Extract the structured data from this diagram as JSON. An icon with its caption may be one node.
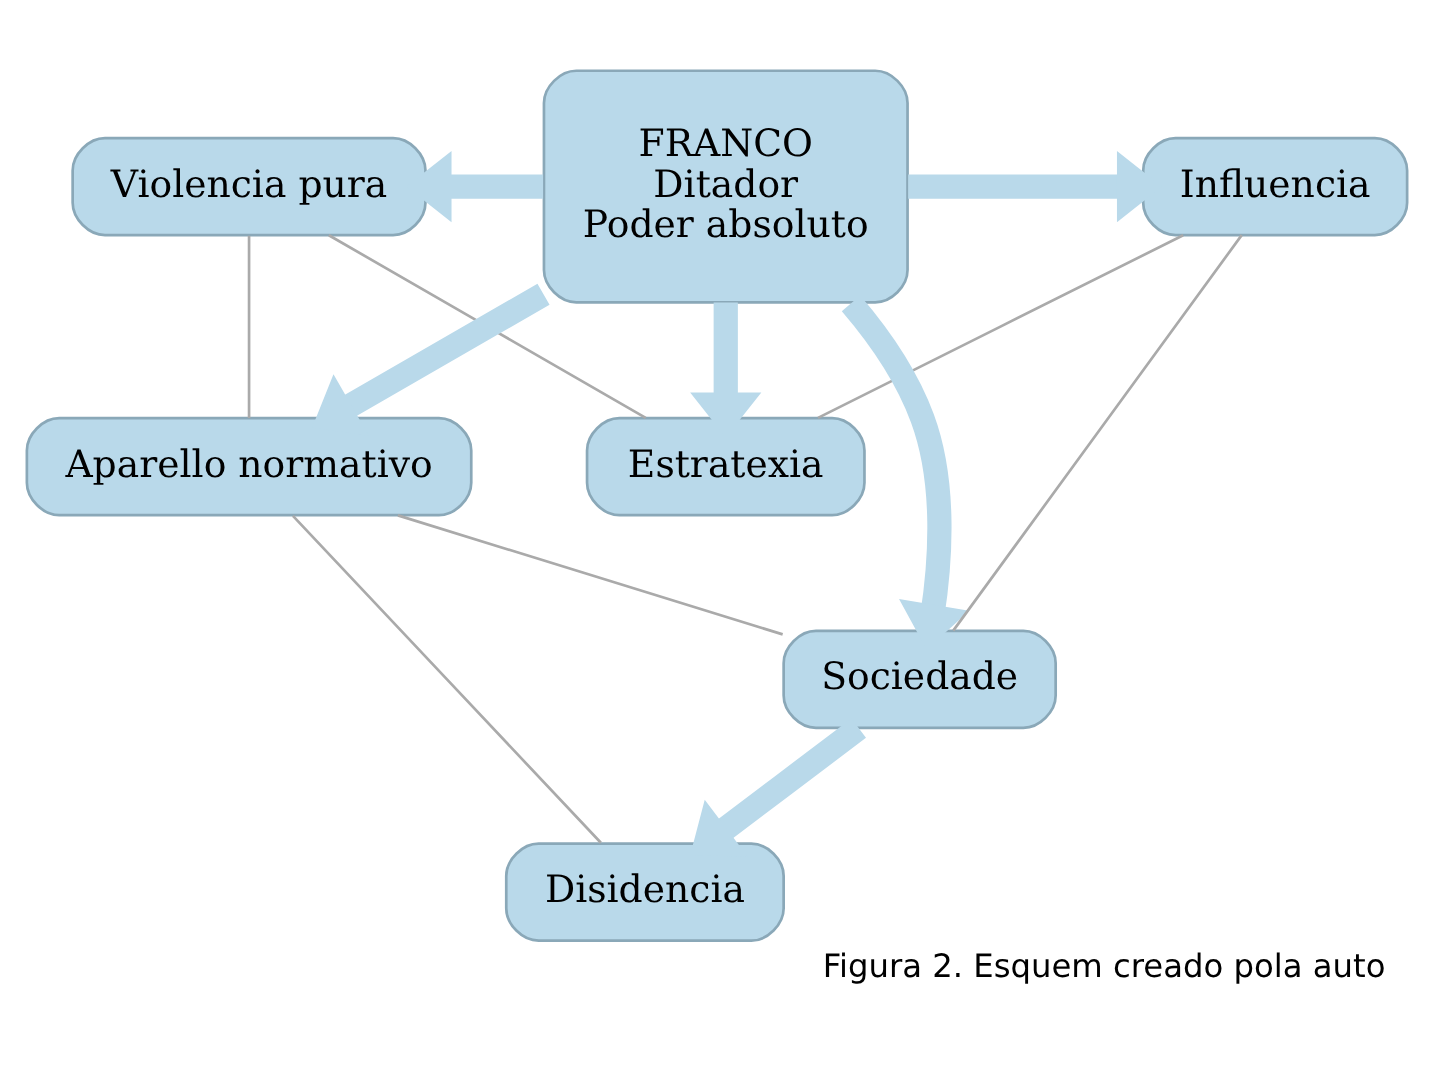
{
  "diagram": {
    "caption": "Figura 2. Esquem creado pola auto",
    "nodes": [
      {
        "text": [
          "Estratexia"
        ]
      },
      {
        "text": [
          "FRANCO",
          "Ditador",
          "Poder absoluto"
        ]
      },
      {
        "text": [
          "Violencia pura"
        ]
      },
      {
        "text": [
          "Influencia"
        ]
      },
      {
        "text": [
          "Aparello normativo"
        ]
      },
      {
        "text": [
          "Sociedade"
        ]
      },
      {
        "text": [
          "Disidencia"
        ]
      }
    ],
    "edges": [
      {
        "from": 1,
        "to": 0,
        "arrow": "to",
        "style": "thick"
      },
      {
        "from": 1,
        "to": 2,
        "arrow": "to",
        "style": "thick"
      },
      {
        "from": 1,
        "to": 3,
        "arrow": "to",
        "style": "thick"
      },
      {
        "from": 1,
        "to": 4,
        "arrow": "to",
        "style": "thick"
      },
      {
        "from": 1,
        "to": 5,
        "arrow": "to",
        "style": "thick"
      },
      {
        "from": 5,
        "to": 6,
        "arrow": "to",
        "style": "thick"
      },
      {
        "from": 0,
        "to": 2,
        "arrow": "none"
      },
      {
        "from": 0,
        "to": 3,
        "arrow": "none"
      },
      {
        "from": 2,
        "to": 4,
        "arrow": "none"
      },
      {
        "from": 4,
        "to": 5,
        "arrow": "none"
      },
      {
        "from": 4,
        "to": 6,
        "arrow": "none"
      },
      {
        "from": 3,
        "to": 5,
        "arrow": "none"
      }
    ]
  }
}
